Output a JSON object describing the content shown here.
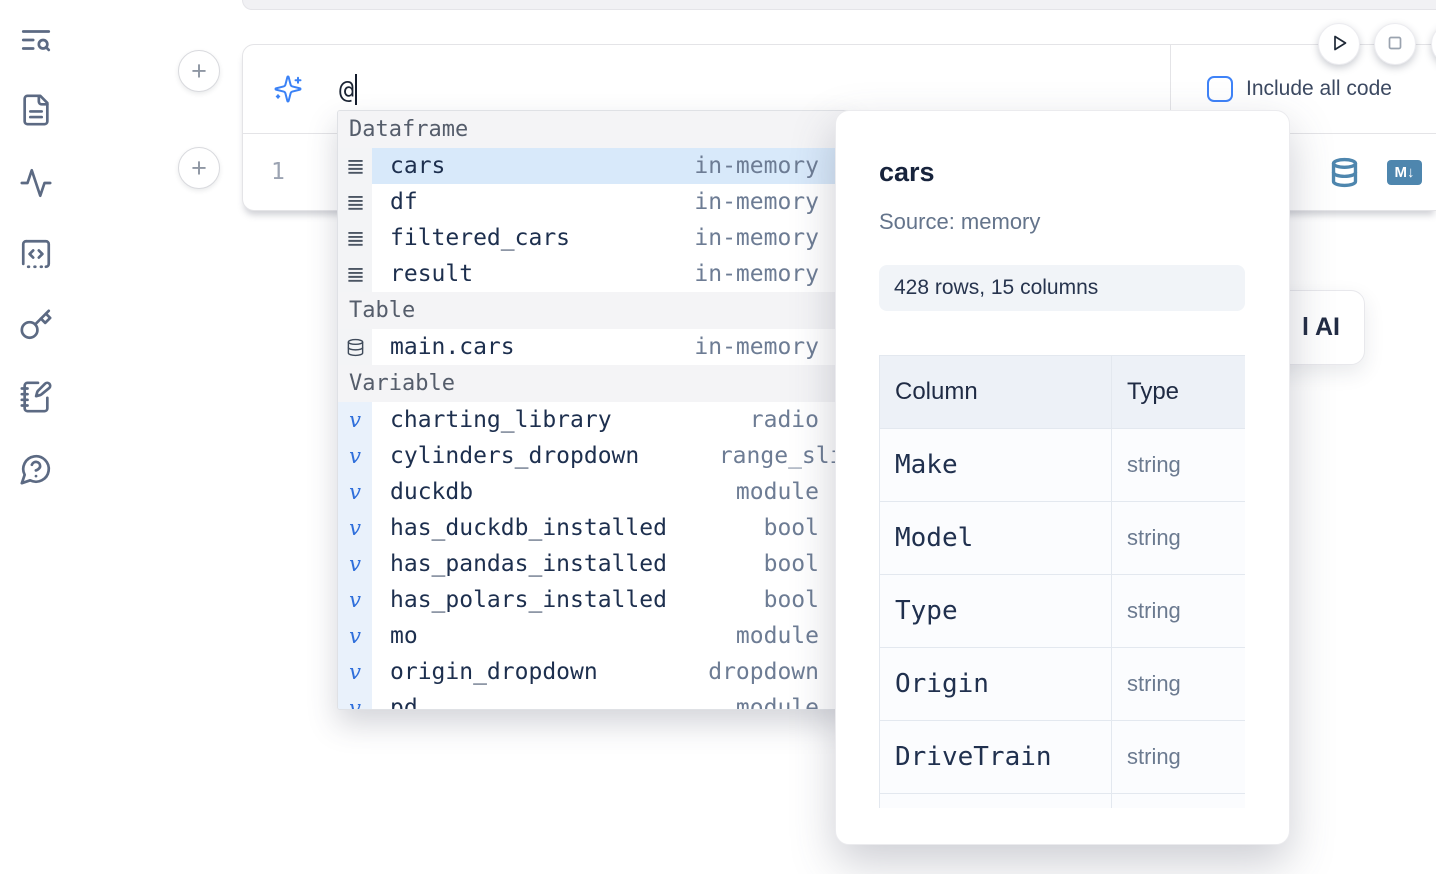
{
  "sidebar": {
    "icons": [
      "text-search",
      "file-text",
      "activity",
      "snippet-code",
      "key",
      "notebook-pen",
      "help-chat"
    ]
  },
  "add_cell_label": "+",
  "cell": {
    "ai_prompt": {
      "value": "@",
      "icon": "sparkles"
    },
    "include_all_code": {
      "label": "Include all code",
      "checked": false
    },
    "editor": {
      "line_number": "1"
    },
    "output_toolbar": {
      "icons": [
        "database",
        "markdown-export"
      ],
      "markdown_label": "M↓"
    }
  },
  "autocomplete": {
    "sections": [
      {
        "label": "Dataframe",
        "items": [
          {
            "name": "cars",
            "type": "in-memory",
            "selected": true
          },
          {
            "name": "df",
            "type": "in-memory"
          },
          {
            "name": "filtered_cars",
            "type": "in-memory"
          },
          {
            "name": "result",
            "type": "in-memory"
          }
        ]
      },
      {
        "label": "Table",
        "items": [
          {
            "name": "main.cars",
            "type": "in-memory"
          }
        ]
      },
      {
        "label": "Variable",
        "items": [
          {
            "name": "charting_library",
            "type": "radio"
          },
          {
            "name": "cylinders_dropdown",
            "type": "range_slider"
          },
          {
            "name": "duckdb",
            "type": "module"
          },
          {
            "name": "has_duckdb_installed",
            "type": "bool"
          },
          {
            "name": "has_pandas_installed",
            "type": "bool"
          },
          {
            "name": "has_polars_installed",
            "type": "bool"
          },
          {
            "name": "mo",
            "type": "module"
          },
          {
            "name": "origin_dropdown",
            "type": "dropdown"
          },
          {
            "name": "pd",
            "type": "module"
          }
        ]
      }
    ]
  },
  "preview": {
    "title": "cars",
    "source": "Source: memory",
    "shape": "428 rows, 15 columns",
    "table": {
      "col_header": "Column",
      "type_header": "Type",
      "rows": [
        {
          "column": "Make",
          "type": "string"
        },
        {
          "column": "Model",
          "type": "string"
        },
        {
          "column": "Type",
          "type": "string"
        },
        {
          "column": "Origin",
          "type": "string"
        },
        {
          "column": "DriveTrain",
          "type": "string"
        },
        {
          "column": "",
          "type": ""
        }
      ]
    }
  },
  "background_card": {
    "visible_text": "l AI"
  },
  "colors": {
    "accent": "#3b82f6",
    "steel_blue": "#4e86ae",
    "selected_row": "#d8e9fa"
  }
}
